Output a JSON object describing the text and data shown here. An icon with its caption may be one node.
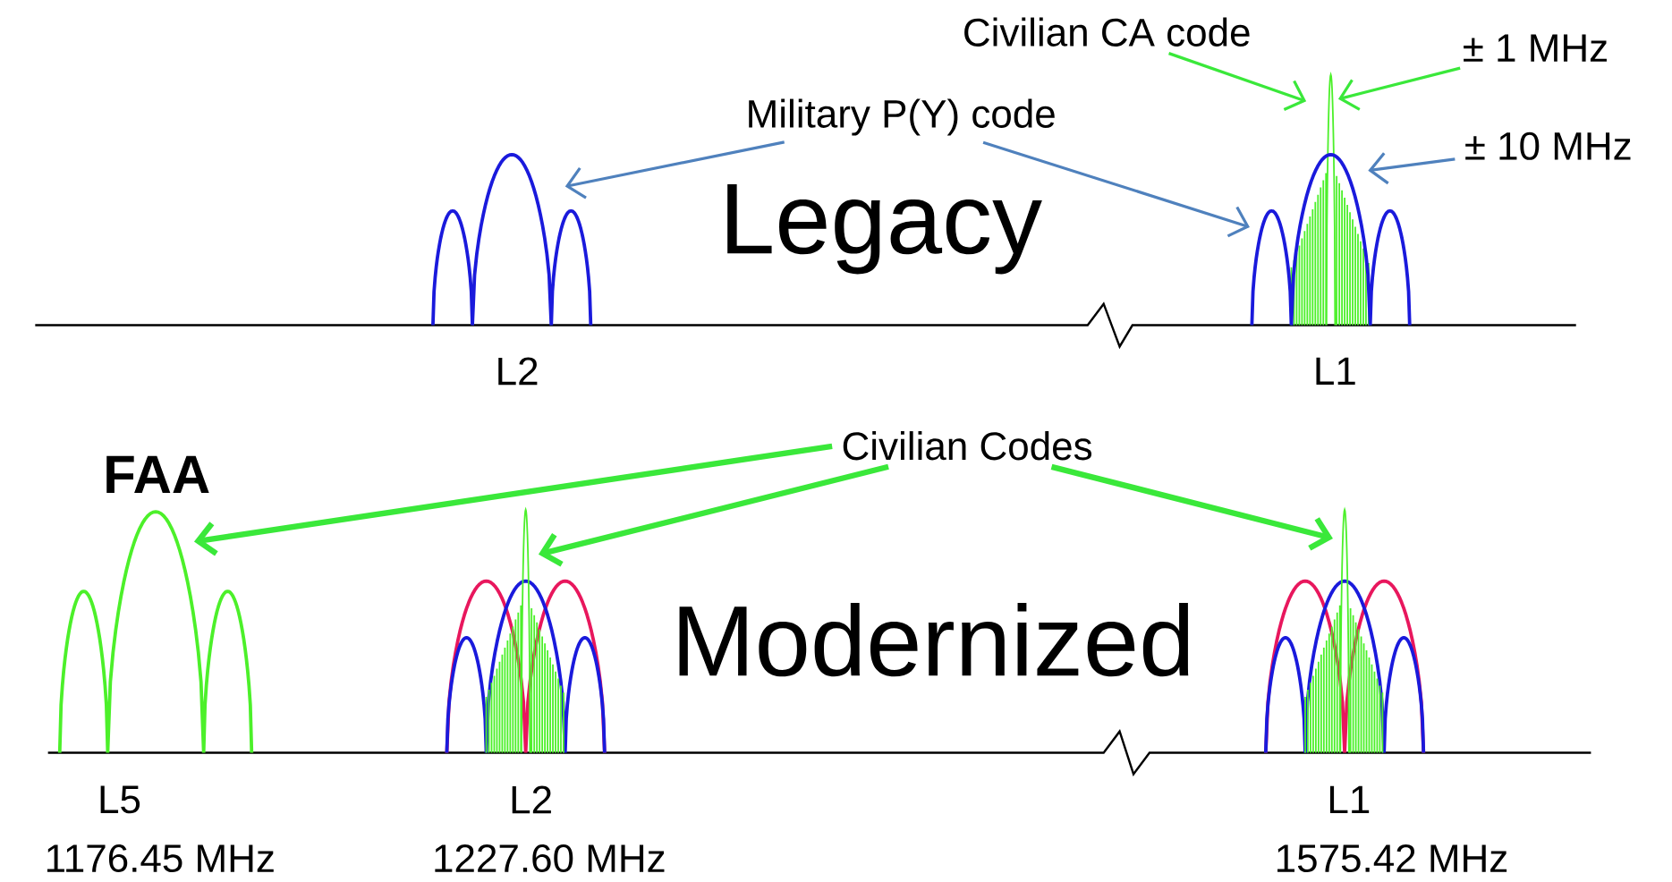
{
  "diagram": {
    "nodes": [
      {
        "text": [
          "Civilian CA code"
        ]
      },
      {
        "text": [
          "± 1 MHz"
        ]
      },
      {
        "text": [
          "Military P(Y) code"
        ]
      },
      {
        "text": [
          "± 10 MHz"
        ]
      },
      {
        "text": [
          "Civilian Codes"
        ]
      },
      {
        "text": [],
        "shape": "picture",
        "beside": [
          "L2"
        ]
      },
      {
        "text": [],
        "shape": "picture"
      },
      {
        "text": [],
        "shape": "picture",
        "beside": [
          "L1"
        ]
      },
      {
        "text": [],
        "shape": "picture",
        "beside": [
          "L5",
          "1176.45 MHz"
        ]
      },
      {
        "text": [],
        "shape": "picture",
        "beside": [
          "L2",
          "1227.60 MHz"
        ]
      },
      {
        "text": [],
        "shape": "picture",
        "beside": [
          "L1",
          "1575.42 MHz"
        ]
      }
    ],
    "edges": [
      {
        "from": 0,
        "to": 6,
        "arrow": "to"
      },
      {
        "from": 1,
        "to": 6,
        "arrow": "to"
      },
      {
        "from": 2,
        "to": 5,
        "arrow": "to",
        "color": "#4f81bd"
      },
      {
        "from": 2,
        "to": 7,
        "arrow": "to",
        "color": "#4f81bd"
      },
      {
        "from": 3,
        "to": 7,
        "arrow": "to",
        "color": "#4f81bd"
      },
      {
        "from": 4,
        "to": 8,
        "arrow": "to",
        "style": "thick"
      },
      {
        "from": 4,
        "to": 9,
        "arrow": "to",
        "style": "thick"
      },
      {
        "from": 4,
        "to": 10,
        "arrow": "to",
        "style": "thick"
      }
    ],
    "labels": [
      "Legacy",
      "FAA",
      "Modernized"
    ]
  }
}
